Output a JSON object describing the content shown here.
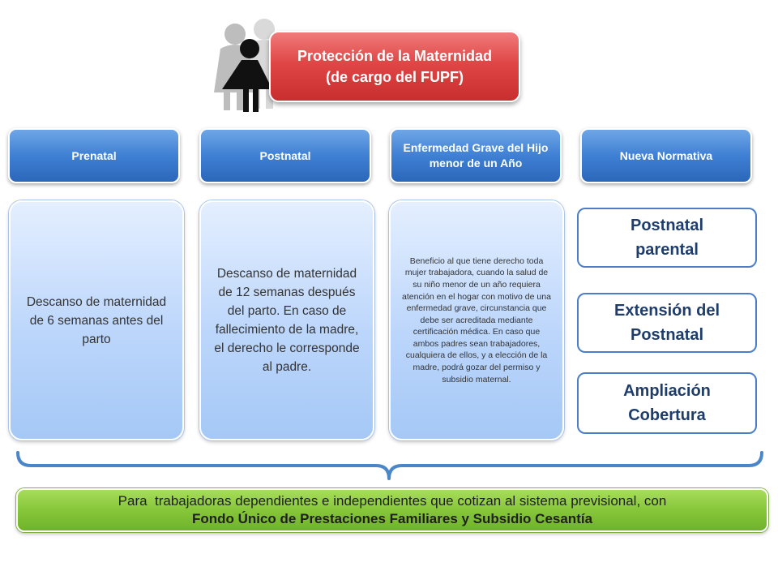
{
  "title": {
    "line1": "Protección de la Maternidad",
    "line2": "(de cargo del FUPF)"
  },
  "icon": "family-silhouette-icon",
  "headers": [
    {
      "label": "Prenatal"
    },
    {
      "label": "Postnatal"
    },
    {
      "label": "Enfermedad Grave del Hijo menor de un Año"
    },
    {
      "label": "Nueva Normativa"
    }
  ],
  "descriptions": [
    {
      "text": "Descanso de maternidad de 6 semanas antes del parto"
    },
    {
      "text": "Descanso de maternidad de 12 semanas después del parto. En caso de fallecimiento de la madre, el derecho le corresponde al padre."
    },
    {
      "text": "Beneficio al que tiene derecho toda mujer trabajadora, cuando la salud de su niño menor de un año requiera atención en el hogar con motivo de una enfermedad grave, circunstancia que debe ser acreditada mediante certificación médica. En caso que ambos padres sean trabajadores, cualquiera de ellos, y a elección de la madre, podrá gozar del permiso y subsidio maternal."
    }
  ],
  "normativa": [
    {
      "line1": "Postnatal",
      "line2": "parental"
    },
    {
      "line1": "Extensión del",
      "line2": "Postnatal"
    },
    {
      "line1": "Ampliación",
      "line2": "Cobertura"
    }
  ],
  "footer": {
    "line1": "Para  trabajadoras dependientes e independientes que cotizan al sistema previsional, con",
    "line2": "Fondo Único de Prestaciones Familiares y Subsidio Cesantía"
  },
  "colors": {
    "title_red": "#e04646",
    "header_blue": "#3f80d4",
    "desc_light_blue": "#bcd6fb",
    "normativa_border": "#4a7fc8",
    "bracket_blue": "#4a86c8",
    "footer_green": "#86c63a"
  }
}
